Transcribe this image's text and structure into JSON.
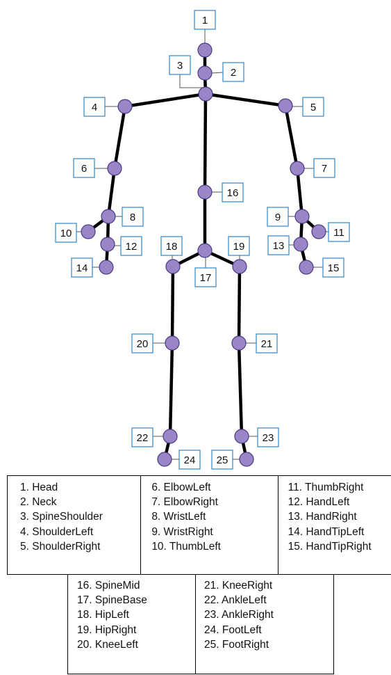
{
  "colors": {
    "joint_fill": "#9b85c9",
    "joint_stroke": "#4a3a80",
    "bone": "#000000",
    "box_border": "#2f86c4"
  },
  "joints": [
    {
      "id": "1",
      "name": "Head"
    },
    {
      "id": "2",
      "name": "Neck"
    },
    {
      "id": "3",
      "name": "SpineShoulder"
    },
    {
      "id": "4",
      "name": "ShoulderLeft"
    },
    {
      "id": "5",
      "name": "ShoulderRight"
    },
    {
      "id": "6",
      "name": "ElbowLeft"
    },
    {
      "id": "7",
      "name": "ElbowRight"
    },
    {
      "id": "8",
      "name": "WristLeft"
    },
    {
      "id": "9",
      "name": "WristRight"
    },
    {
      "id": "10",
      "name": "ThumbLeft"
    },
    {
      "id": "11",
      "name": "ThumbRight"
    },
    {
      "id": "12",
      "name": "HandLeft"
    },
    {
      "id": "13",
      "name": "HandRight"
    },
    {
      "id": "14",
      "name": "HandTipLeft"
    },
    {
      "id": "15",
      "name": "HandTipRight"
    },
    {
      "id": "16",
      "name": "SpineMid"
    },
    {
      "id": "17",
      "name": "SpineBase"
    },
    {
      "id": "18",
      "name": "HipLeft"
    },
    {
      "id": "19",
      "name": "HipRight"
    },
    {
      "id": "20",
      "name": "KneeLeft"
    },
    {
      "id": "21",
      "name": "KneeRight"
    },
    {
      "id": "22",
      "name": "AnkleLeft"
    },
    {
      "id": "23",
      "name": "AnkleRight"
    },
    {
      "id": "24",
      "name": "FootLeft"
    },
    {
      "id": "25",
      "name": "FootRight"
    }
  ],
  "legend": [
    [
      "1. Head",
      "2. Neck",
      "3. SpineShoulder",
      "4. ShoulderLeft",
      "5. ShoulderRight"
    ],
    [
      "6. ElbowLeft",
      "7. ElbowRight",
      "8. WristLeft",
      "9. WristRight",
      "10. ThumbLeft"
    ],
    [
      "11. ThumbRight",
      "12. HandLeft",
      "13. HandRight",
      "14. HandTipLeft",
      "15. HandTipRight"
    ],
    [
      "16. SpineMid",
      "17. SpineBase",
      "18. HipLeft",
      "19. HipRight",
      "20. KneeLeft"
    ],
    [
      "21. KneeRight",
      "22. AnkleLeft",
      "23. AnkleRight",
      "24. FootLeft",
      "25. FootRight"
    ]
  ]
}
